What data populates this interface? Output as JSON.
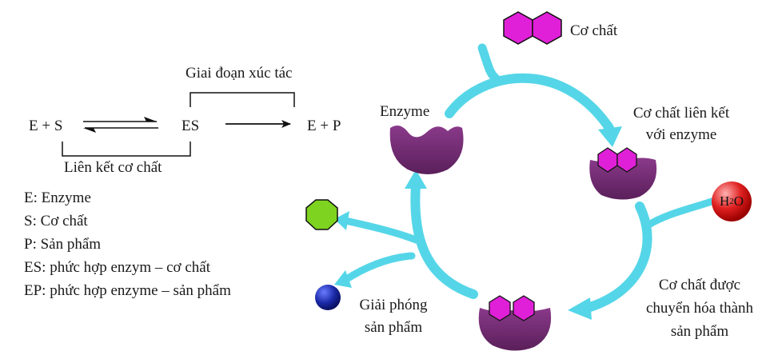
{
  "reaction": {
    "left": "E + S",
    "middle": "ES",
    "right": "E + P",
    "catalysis_stage": "Giai đoạn xúc tác",
    "substrate_binding": "Liên kết cơ chất"
  },
  "legend": [
    "E: Enzyme",
    "S: Cơ chất",
    "P: Sản phẩm",
    "ES: phức hợp enzym – cơ chất",
    "EP: phức hợp enzyme – sản phẩm"
  ],
  "cycle": {
    "substrate": "Cơ chất",
    "enzyme": "Enzyme",
    "binding": [
      "Cơ chất liên kết",
      "với enzyme"
    ],
    "water_main": "H",
    "water_sub": "2",
    "water_tail": "O",
    "conversion": [
      "Cơ chất được",
      "chuyển hóa thành",
      "sản phẩm"
    ],
    "release": [
      "Giải phóng",
      "sản phẩm"
    ]
  },
  "colors": {
    "enzyme": "#6e2c6e",
    "substrate": "#e020d8",
    "arrow": "#55d6e8",
    "water": "#e01818",
    "product_green": "#7ed321",
    "product_blue": "#1a2aa8"
  }
}
